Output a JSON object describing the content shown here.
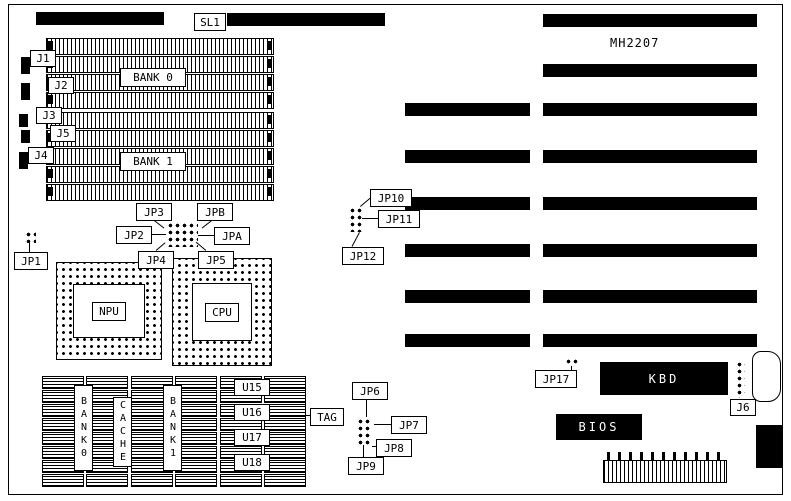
{
  "board": {
    "model": "MH2207",
    "labels": {
      "sl1": "SL1",
      "j1": "J1",
      "j2": "J2",
      "j3": "J3",
      "j4": "J4",
      "j5": "J5",
      "j6": "J6",
      "bank0": "BANK 0",
      "bank1": "BANK 1",
      "jp1": "JP1",
      "jp2": "JP2",
      "jp3": "JP3",
      "jp4": "JP4",
      "jp5": "JP5",
      "jp6": "JP6",
      "jp7": "JP7",
      "jp8": "JP8",
      "jp9": "JP9",
      "jp10": "JP10",
      "jp11": "JP11",
      "jp12": "JP12",
      "jp17": "JP17",
      "jpa": "JPA",
      "jpb": "JPB",
      "npu": "NPU",
      "cpu": "CPU",
      "cache_bank0": "BANK0",
      "cache": "CACHE",
      "cache_bank1": "BANK1",
      "u15": "U15",
      "u16": "U16",
      "u17": "U17",
      "u18": "U18",
      "tag": "TAG",
      "kbd": "KBD",
      "bios": "BIOS"
    }
  }
}
